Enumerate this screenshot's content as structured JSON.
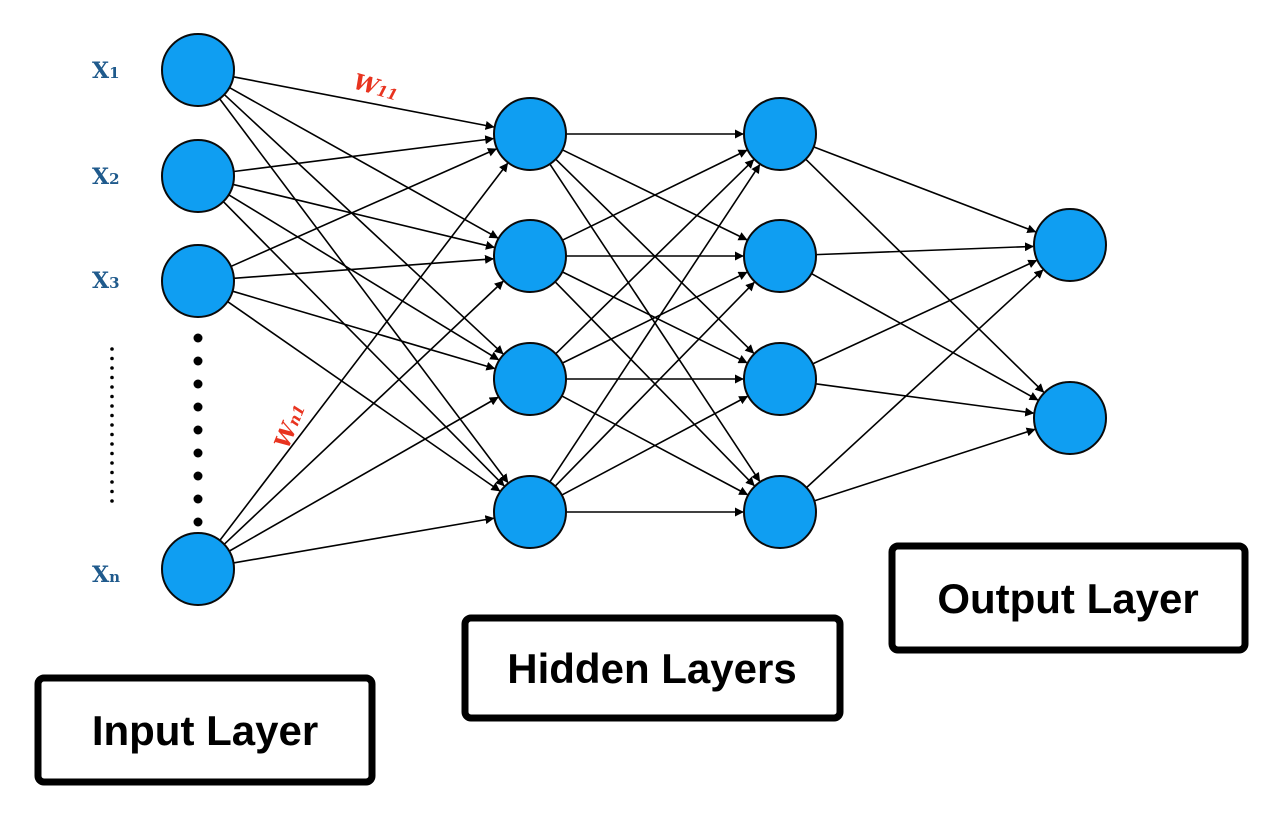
{
  "inputs": [
    {
      "base": "X",
      "sub": "1"
    },
    {
      "base": "X",
      "sub": "2"
    },
    {
      "base": "X",
      "sub": "3"
    },
    {
      "base": "X",
      "sub": "n"
    }
  ],
  "weights": {
    "w11": {
      "base": "W",
      "sub": "11"
    },
    "wn1": {
      "base": "W",
      "sub": "n1"
    }
  },
  "layers": {
    "input": "Input Layer",
    "hidden": "Hidden Layers",
    "output": "Output Layer"
  },
  "colors": {
    "node_fill": "#0f9ef2",
    "input_label": "#1f5a8c",
    "weight_label": "#e8331f"
  }
}
